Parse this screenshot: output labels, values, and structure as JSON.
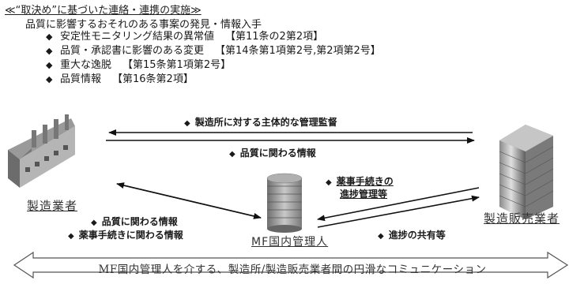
{
  "header": {
    "title": "≪“取決め”に基づいた連絡・連携の実施≫",
    "subtitle": "品質に影響するおそれのある事案の発見・情報入手",
    "bullet_icon": "diamond-bullet",
    "items": [
      {
        "text": "安定性モニタリング結果の異常値",
        "ref": "【第11条の2第2項】"
      },
      {
        "text": "品質・承認書に影響のある変更",
        "ref": "【第14条第1項第2号,第2項第2号】"
      },
      {
        "text": "重大な逸脱",
        "ref": "【第15条第1項第2号】"
      },
      {
        "text": "品質情報",
        "ref": "【第16条第2項】"
      }
    ]
  },
  "actors": {
    "manufacturer": "製造業者",
    "mf_agent": "MF国内管理人",
    "mah": "製造販売業者"
  },
  "arrows": {
    "top_left": "製造所に対する主体的な管理監督",
    "top_right": "品質に関わる情報",
    "mf_quality": "品質に関わる情報",
    "mf_procedure": "薬事手続きに関わる情報",
    "mah_progress_line1": "薬事手続きの",
    "mah_progress_line2": "進捗管理等",
    "progress_share": "進捗の共有等",
    "bullet_icon": "diamond-bullet"
  },
  "banner": {
    "text": "MF国内管理人を介する、製造所/製造販売業者間の円滑なコミュニケーション"
  },
  "colors": {
    "arrow": "#111111",
    "banner_border": "#555555",
    "building": "#8a8a8a"
  }
}
